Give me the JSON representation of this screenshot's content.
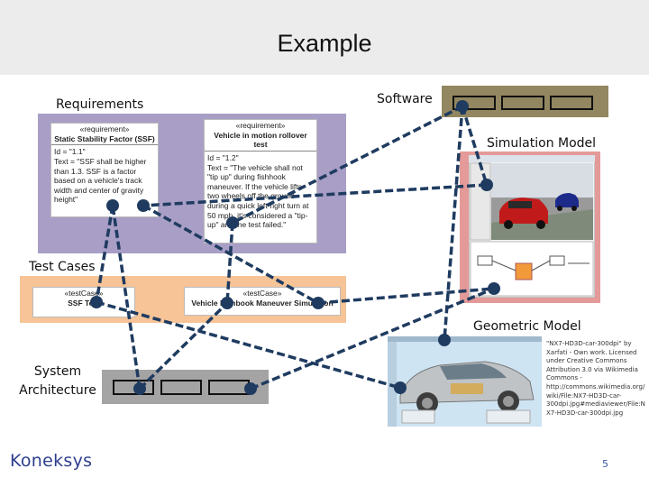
{
  "slide": {
    "title": "Example",
    "page_number": "5",
    "logo_text": "Koneksys"
  },
  "labels": {
    "requirements": "Requirements",
    "software": "Software",
    "simulation_model": "Simulation Model",
    "test_cases": "Test Cases",
    "geometric_model": "Geometric Model",
    "system_architecture_1": "System",
    "system_architecture_2": "Architecture"
  },
  "requirements_panel": {
    "card1": {
      "stereotype": "«requirement»",
      "name": "Static Stability Factor (SSF)",
      "id": "Id = \"1.1\"",
      "text": "Text = \"SSF shall be higher than 1.3. SSF is a factor based on a vehicle's track width and center of gravity height\""
    },
    "card2": {
      "stereotype": "«requirement»",
      "name": "Vehicle in motion rollover test",
      "id": "Id = \"1.2\"",
      "text": "Text = \"The vehicle shall not \"tip up\" during fishhook maneuver. If the vehicle lifts two wheels off the ground during a quick left-right turn at 50 mph, it's considered a \"tip-up\" and the test failed.\""
    }
  },
  "test_cases_panel": {
    "card1": {
      "stereotype": "«testCase»",
      "name": "SSF Test"
    },
    "card2": {
      "stereotype": "«testCase»",
      "name": "Vehicle Fishbook Maneuver Simulation"
    }
  },
  "attribution": "\"NX7-HD3D-car-300dpi\" by Xarfati - Own work. Licensed under Creative Commons Attribution 3.0 via Wikimedia Commons - http://commons.wikimedia.org/wiki/File:NX7-HD3D-car-300dpi.jpg#mediaviewer/File:NX7-HD3D-car-300dpi.jpg",
  "colors": {
    "requirements_bg": "#a89ec6",
    "test_cases_bg": "#f6c497",
    "software_bg": "#928760",
    "architecture_bg": "#a4a4a4",
    "simulation_bg": "#e39a98",
    "geometric_bg": "#cfe4f2",
    "link_line": "#1f3b60"
  }
}
